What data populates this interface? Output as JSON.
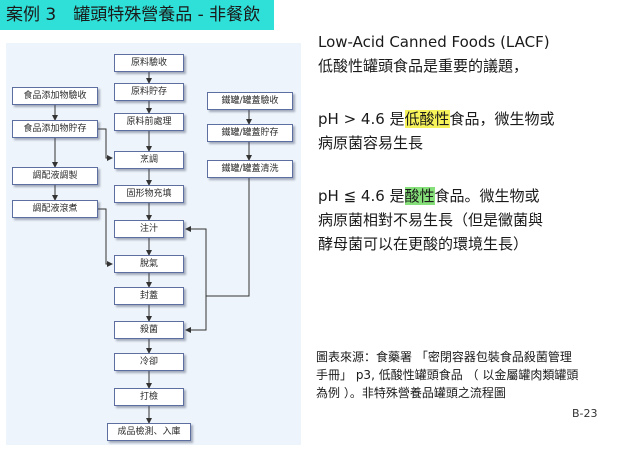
{
  "title": "案例 3　罐頭特殊營養品 - 非餐飲",
  "flow": {
    "main": [
      "原料驗收",
      "原料貯存",
      "原料前處理",
      "烹調",
      "固形物充填",
      "注汁",
      "脫氣",
      "封蓋",
      "殺菌",
      "冷卻",
      "打檢",
      "成品檢測、入庫"
    ],
    "left": [
      "食品添加物驗收",
      "食品添加物貯存",
      "調配液調製",
      "調配液滾煮"
    ],
    "right": [
      "鐵罐/罐蓋驗收",
      "鐵罐/罐蓋貯存",
      "鐵罐/罐蓋清洗"
    ]
  },
  "text": {
    "lacf_en": "Low-Acid Canned Foods (LACF)",
    "lacf_zh": "低酸性罐頭食品是重要的議題，",
    "p1_a": "pH > 4.6 是",
    "p1_hl": "低酸性",
    "p1_b": "食品，微生物或",
    "p1_c": "病原菌容易生長",
    "p2_a": "pH ≦ 4.6 是",
    "p2_hl": "酸性",
    "p2_b": "食品。微生物或",
    "p2_c": "病原菌相對不易生長（但是黴菌與",
    "p2_d": "酵母菌可以在更酸的環境生長）"
  },
  "source": {
    "line1": "圖表來源：食藥署 「密閉容器包裝食品殺菌管理",
    "line2": "手冊」 p3, 低酸性罐頭食品 （ 以金屬罐肉類罐頭",
    "line3": "為例 ）。非特殊營養品罐頭之流程圖"
  },
  "page_number": "B-23",
  "colors": {
    "title_bg": "#2fe0d8",
    "highlight_yellow": "#f6f25a",
    "highlight_green": "#86e07a",
    "panel_bg": "#eef4fb"
  }
}
